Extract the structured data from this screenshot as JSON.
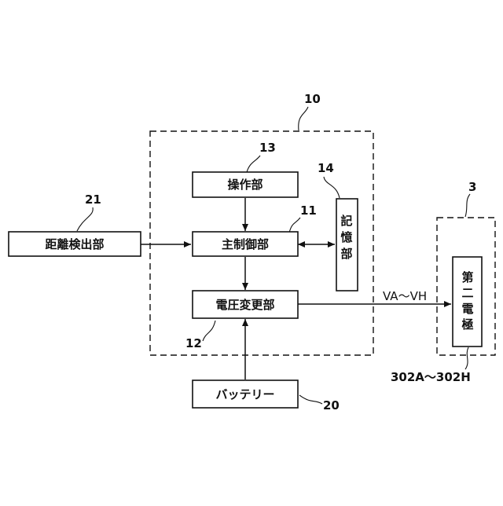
{
  "blocks": {
    "distance_detector": "距離検出部",
    "operation_unit": "操作部",
    "main_control_unit": "主制御部",
    "memory_unit": "記憶部",
    "voltage_changer": "電圧変更部",
    "battery": "バッテリー",
    "second_electrode": "第二電極"
  },
  "refs": {
    "device": "10",
    "operation": "13",
    "memory": "14",
    "main_control": "11",
    "distance": "21",
    "voltage": "12",
    "battery": "20",
    "electrode_group": "3",
    "electrode_range": "302A～302H"
  },
  "signals": {
    "voltage_output": "VA～VH"
  }
}
